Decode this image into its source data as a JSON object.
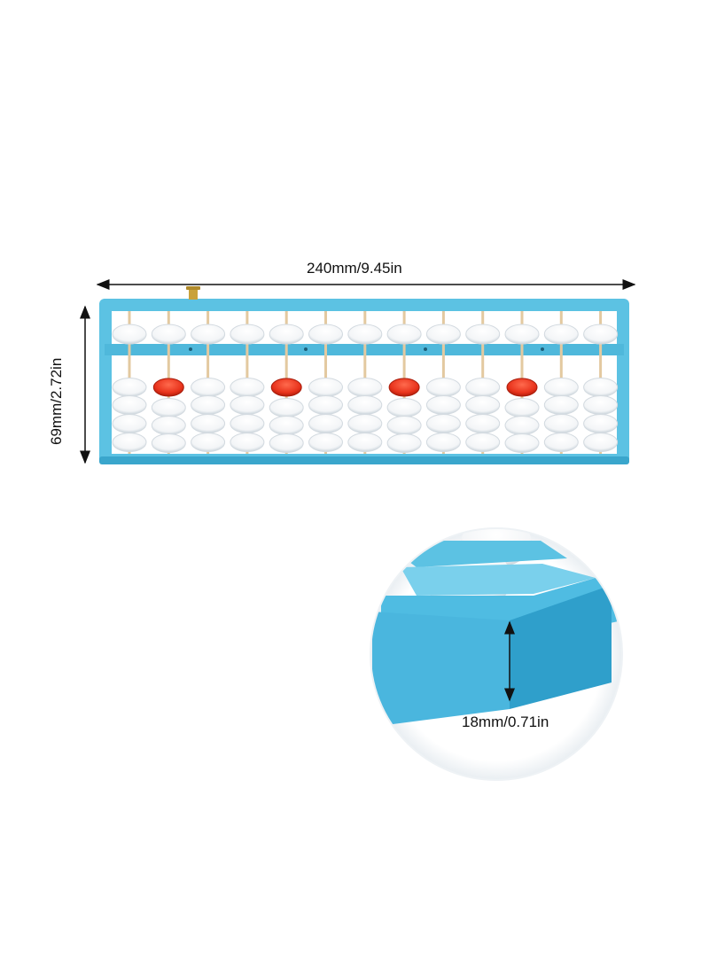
{
  "dimensions": {
    "width": "240mm/9.45in",
    "height": "69mm/2.72in",
    "depth": "18mm/0.71in"
  },
  "abacus": {
    "rods": 13,
    "upper_beads_per_rod": 1,
    "lower_beads_per_rod": 4,
    "marked_rods": [
      1,
      4,
      7,
      10
    ]
  },
  "colors": {
    "frame": "#5cc2e3",
    "frame_dark": "#3aa6cc",
    "bead": "#ffffff",
    "marker_bead": "#e8331c",
    "rod": "#e3c9a0"
  }
}
